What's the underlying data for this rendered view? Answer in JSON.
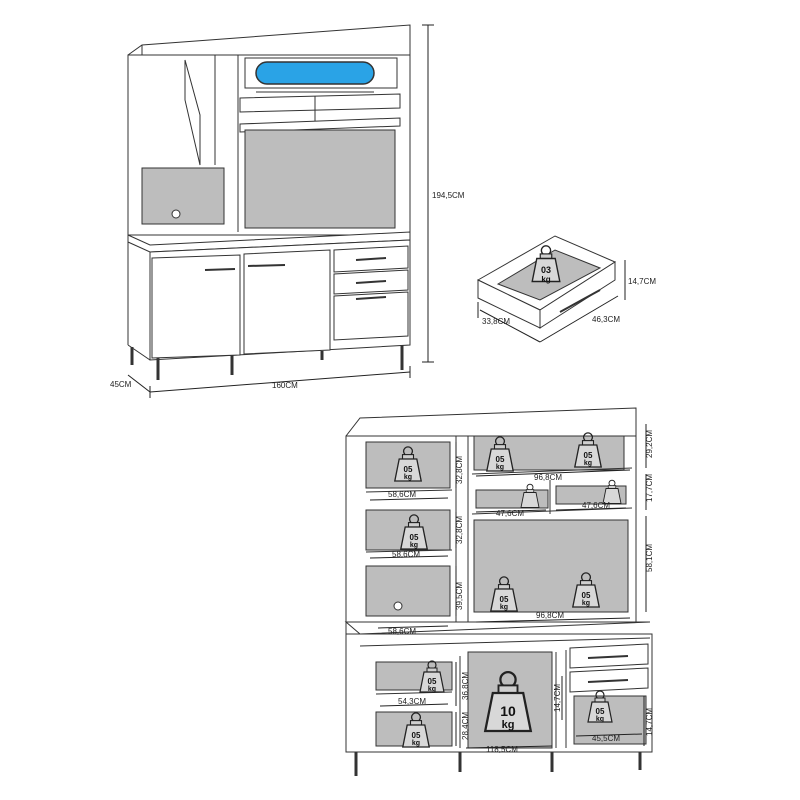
{
  "top_view": {
    "height_label": "194,5CM",
    "width_label": "160CM",
    "depth_label": "45CM",
    "accent_color": "#2aa3e6"
  },
  "drawer_view": {
    "height_label": "14,7CM",
    "depth_label": "33,8CM",
    "width_label": "46,3CM",
    "weight_num": "03",
    "weight_unit": "kg"
  },
  "capacity_view": {
    "weights": {
      "w05": "05",
      "w10": "10",
      "unit": "kg"
    },
    "labels": {
      "top_left_width": "58,6CM",
      "top_left_height": "32,8CM",
      "top_right_width": "96,8CM",
      "top_right_height": "29,2CM",
      "mid_small_left": "47,6CM",
      "mid_small_right": "47,6CM",
      "mid_small_height": "17,7CM",
      "mid_left_width": "58,6CM",
      "mid_left_height": "32,8CM",
      "big_right_height": "58,1CM",
      "low_left_width": "58,6CM",
      "low_left_height": "39,5CM",
      "low_right_width": "96,8CM",
      "base_height1": "36,8CM",
      "base_height2": "14,7CM",
      "base_shelf_width": "54,3CM",
      "base_low_height": "28,4CM",
      "base_bottom_width": "118,5CM",
      "drawer_bottom_width": "45,5CM",
      "drawer_height": "14,7CM"
    }
  }
}
